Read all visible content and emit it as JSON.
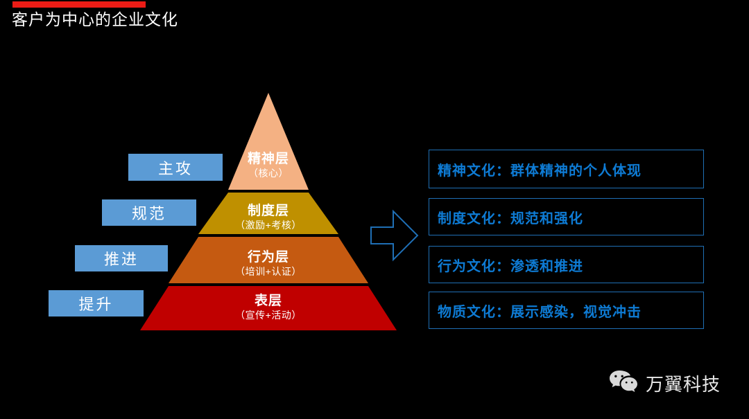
{
  "slide": {
    "title": "客户为中心的企业文化",
    "accent_color": "#ED1C16",
    "background_color": "#000000"
  },
  "pyramid": {
    "layers": [
      {
        "name": "精神层",
        "note": "（核心）",
        "color": "#F4B183",
        "stage": "主攻"
      },
      {
        "name": "制度层",
        "note": "（激励+考核）",
        "color": "#BF9000",
        "stage": "规范"
      },
      {
        "name": "行为层",
        "note": "（培训+认证）",
        "color": "#C55A11",
        "stage": "推进"
      },
      {
        "name": "表层",
        "note": "（宣传+活动）",
        "color": "#C00000",
        "stage": "提升"
      }
    ]
  },
  "stage_chips": [
    {
      "label": "主攻",
      "color": "#5B9BD5"
    },
    {
      "label": "规范",
      "color": "#5B9BD5"
    },
    {
      "label": "推进",
      "color": "#5B9BD5"
    },
    {
      "label": "提升",
      "color": "#5B9BD5"
    }
  ],
  "arrow": {
    "icon": "arrow-right-icon",
    "color": "#1F6FB5"
  },
  "descriptions": {
    "border_color": "#1F6FB5",
    "text_color": "#0E7BD4",
    "items": [
      {
        "text": "精神文化：群体精神的个人体现"
      },
      {
        "text": "制度文化：规范和强化"
      },
      {
        "text": "行为文化：渗透和推进"
      },
      {
        "text": "物质文化：展示感染，视觉冲击"
      }
    ]
  },
  "footer": {
    "icon": "wechat-icon",
    "brand": "万翼科技",
    "color": "#E8E8E8"
  }
}
